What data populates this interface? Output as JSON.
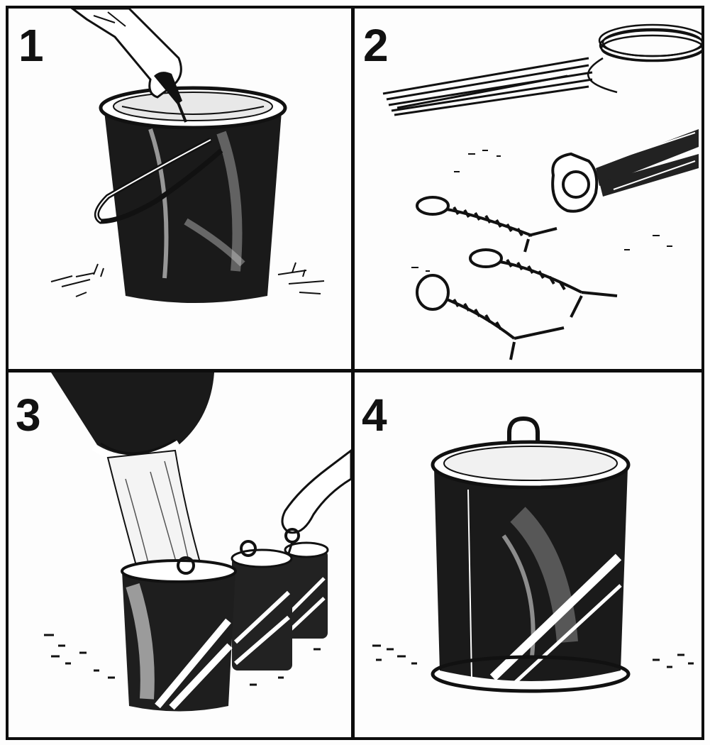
{
  "panels": [
    {
      "number": "1",
      "depicts": "hand-stirring-bucket-icon"
    },
    {
      "number": "2",
      "depicts": "wire-loops-and-pliers-icon"
    },
    {
      "number": "3",
      "depicts": "pouring-into-cans-icon"
    },
    {
      "number": "4",
      "depicts": "finished-can-with-loop-icon"
    }
  ],
  "colors": {
    "ink": "#111111",
    "paper": "#fdfdfd"
  }
}
